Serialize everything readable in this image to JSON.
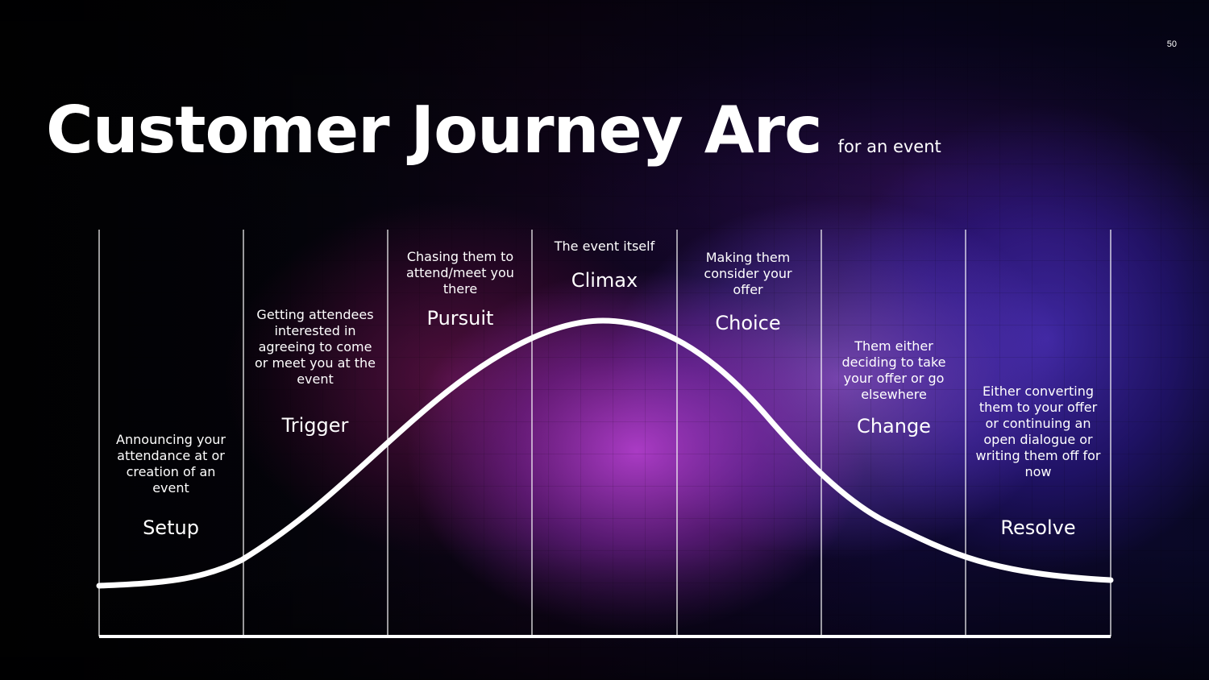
{
  "page_number": "50",
  "title": "Customer Journey Arc",
  "subtitle": "for an event",
  "stages": [
    {
      "label": "Setup",
      "description": "Announcing your attendance at or creation of an event"
    },
    {
      "label": "Trigger",
      "description": "Getting attendees interested in agreeing to come or meet you at the event"
    },
    {
      "label": "Pursuit",
      "description": "Chasing them to attend/meet you there"
    },
    {
      "label": "Climax",
      "description": "The event itself"
    },
    {
      "label": "Choice",
      "description": "Making them consider your offer"
    },
    {
      "label": "Change",
      "description": "Them either deciding to take your offer or go elsewhere"
    },
    {
      "label": "Resolve",
      "description": "Either converting them to your offer or continuing an open dialogue or writing them off for now"
    }
  ],
  "colors": {
    "background": "#030308",
    "accent_magenta": "#b23ecd",
    "accent_violet": "#5032c8",
    "text": "#ffffff",
    "lines": "#ffffff"
  }
}
